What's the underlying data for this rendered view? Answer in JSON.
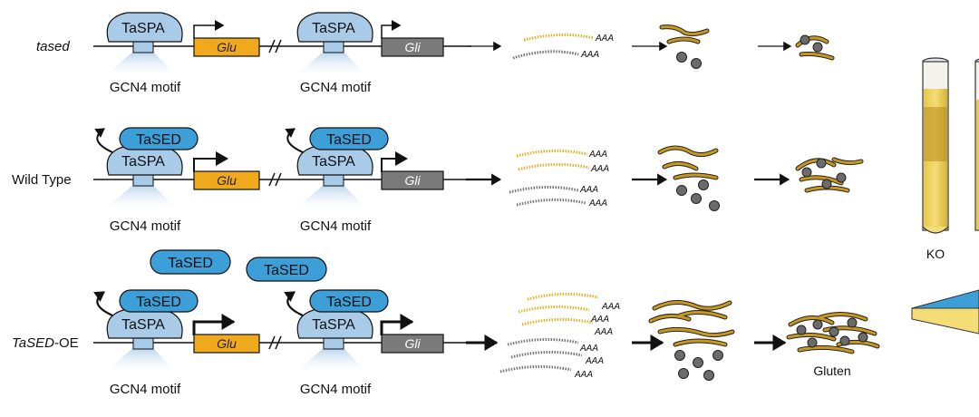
{
  "rows": [
    {
      "genotype": "tased",
      "genotype_italic_part": "",
      "motif1": "GCN4 motif",
      "motif2": "GCN4 motif",
      "spa1": "TaSPA",
      "spa2": "TaSPA",
      "gene1": "Glu",
      "gene2": "Gli",
      "aaa": [
        "AAA",
        "AAA"
      ]
    },
    {
      "genotype": "Wild Type",
      "motif1": "GCN4 motif",
      "motif2": "GCN4 motif",
      "spa1": "TaSPA",
      "spa2": "TaSPA",
      "sed1": "TaSED",
      "sed2": "TaSED",
      "gene1": "Glu",
      "gene2": "Gli",
      "aaa": [
        "AAA",
        "AAA",
        "AAA",
        "AAA"
      ]
    },
    {
      "genotype_italic": "TaSED",
      "genotype_suffix": "-OE",
      "motif1": "GCN4 motif",
      "motif2": "GCN4 motif",
      "spa1": "TaSPA",
      "spa2": "TaSPA",
      "sed1": "TaSED",
      "sed2": "TaSED",
      "free_sed1": "TaSED",
      "free_sed2": "TaSED",
      "gene1": "Glu",
      "gene2": "Gli",
      "aaa": [
        "AAA",
        "AAA",
        "AAA",
        "AAA",
        "AAA",
        "AAA"
      ],
      "product": "Gluten"
    }
  ],
  "tube_label": "KO",
  "colors": {
    "protein_fill": "#a9cbe8",
    "sed_fill": "#3d9fd8",
    "glu_fill": "#f0a81c",
    "gli_fill": "#7a7a7a",
    "gluten_strand": "#c8971e",
    "gliadin_dot": "#6b6b6b"
  }
}
